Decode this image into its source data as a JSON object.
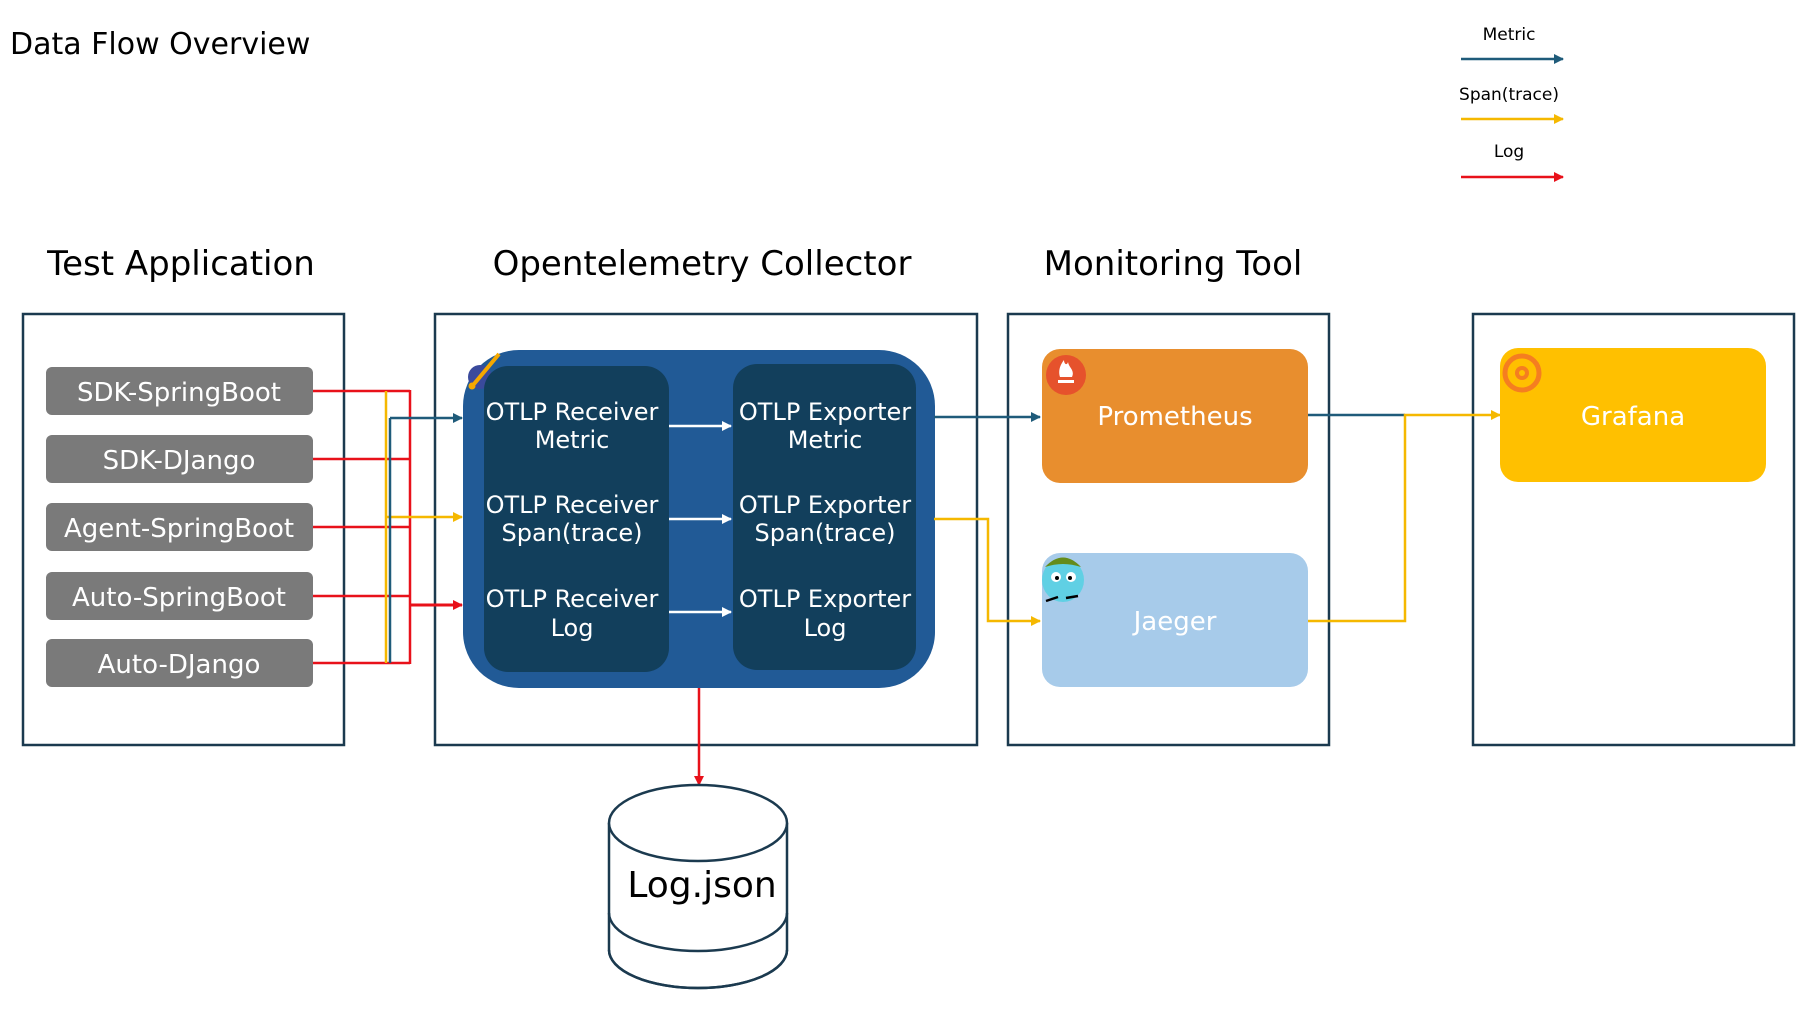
{
  "title": "Data Flow Overview",
  "legend": {
    "metric": "Metric",
    "span": "Span(trace)",
    "log": "Log"
  },
  "sections": {
    "test_application": "Test Application",
    "collector": "Opentelemetry Collector",
    "monitoring": "Monitoring Tool"
  },
  "apps": [
    "SDK-SpringBoot",
    "SDK-DJango",
    "Agent-SpringBoot",
    "Auto-SpringBoot",
    "Auto-DJango"
  ],
  "receivers": [
    {
      "line1": "OTLP Receiver",
      "line2": "Metric"
    },
    {
      "line1": "OTLP Receiver",
      "line2": "Span(trace)"
    },
    {
      "line1": "OTLP Receiver",
      "line2": "Log"
    }
  ],
  "exporters": [
    {
      "line1": "OTLP Exporter",
      "line2": "Metric"
    },
    {
      "line1": "OTLP Exporter",
      "line2": "Span(trace)"
    },
    {
      "line1": "OTLP Exporter",
      "line2": "Log"
    }
  ],
  "tools": {
    "prometheus": "Prometheus",
    "jaeger": "Jaeger",
    "grafana": "Grafana"
  },
  "storage": "Log.json",
  "colors": {
    "metric": "#1f5b7a",
    "span": "#f5b800",
    "log": "#e8111a",
    "frame": "#1b3a4f",
    "app_box": "#7a7a7a",
    "collector": "#215a96",
    "collector_inner": "#123f5c",
    "prometheus": "#e88e2e",
    "jaeger": "#a7cbea",
    "grafana": "#ffc000"
  }
}
